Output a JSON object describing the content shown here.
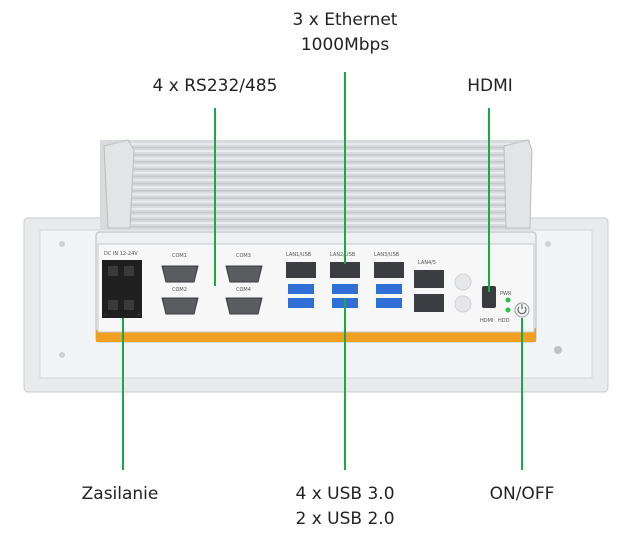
{
  "callouts": {
    "rs232": "4 x RS232/485",
    "ethernet": [
      "3 x Ethernet",
      "1000Mbps"
    ],
    "hdmi": "HDMI",
    "power": "Zasilanie",
    "usb": [
      "4 x USB 3.0",
      "2 x USB 2.0"
    ],
    "onoff": "ON/OFF"
  },
  "panel_labels": {
    "dc_in": "DC IN 12-24V",
    "com1": "COM1",
    "com2": "COM2",
    "com3": "COM3",
    "com4": "COM4",
    "lan1": "LAN1/USB",
    "lan2": "LAN2/USB",
    "lan3": "LAN3/USB",
    "lan45": "LAN4/5",
    "hdmi": "HDMI",
    "pwr": "PWR",
    "hdd": "HDD",
    "minus": "-",
    "plus": "+"
  },
  "colors": {
    "callout_line": "#1aa84a",
    "usb_blue": "#2f6fd6",
    "accent_orange": "#f0a020"
  }
}
